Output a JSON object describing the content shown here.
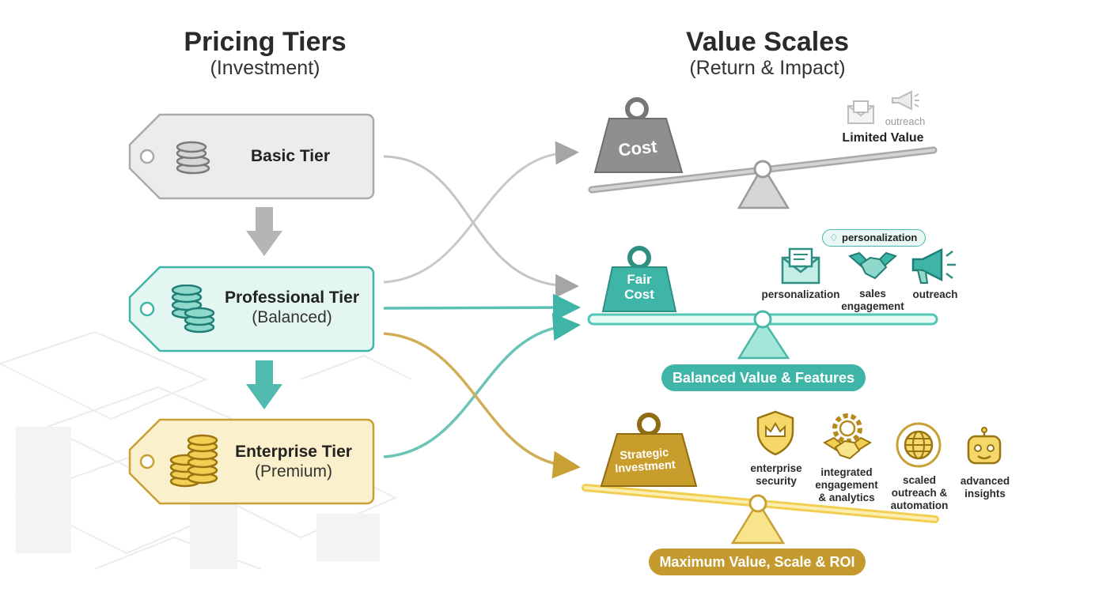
{
  "left_header": {
    "title": "Pricing Tiers",
    "subtitle": "(Investment)"
  },
  "right_header": {
    "title": "Value Scales",
    "subtitle": "(Return & Impact)"
  },
  "tiers": [
    {
      "name": "Basic Tier",
      "subtitle": ""
    },
    {
      "name": "Professional Tier",
      "subtitle": "(Balanced)"
    },
    {
      "name": "Enterprise Tier",
      "subtitle": "(Premium)"
    }
  ],
  "scales": {
    "basic": {
      "weight": "Cost",
      "icon_label": "outreach",
      "result": "Limited Value"
    },
    "professional": {
      "weight_line1": "Fair",
      "weight_line2": "Cost",
      "chip": "personalization",
      "icons": [
        {
          "label_line1": "personalization",
          "label_line2": ""
        },
        {
          "label_line1": "sales",
          "label_line2": "engagement"
        },
        {
          "label_line1": "outreach",
          "label_line2": ""
        }
      ],
      "result": "Balanced Value & Features"
    },
    "enterprise": {
      "weight_line1": "Strategic",
      "weight_line2": "Investment",
      "icons": [
        {
          "label_line1": "enterprise",
          "label_line2": "security",
          "label_line3": ""
        },
        {
          "label_line1": "integrated",
          "label_line2": "engagement",
          "label_line3": "& analytics"
        },
        {
          "label_line1": "scaled",
          "label_line2": "outreach &",
          "label_line3": "automation"
        },
        {
          "label_line1": "advanced",
          "label_line2": "insights",
          "label_line3": ""
        }
      ],
      "result": "Maximum Value, Scale & ROI"
    }
  },
  "colors": {
    "grey": "#a9a9a9",
    "teal": "#3fb5a7",
    "teal_light": "#e3f6f2",
    "gold": "#c9a033",
    "gold_light": "#fbf0cc",
    "grey_light": "#ededed"
  }
}
